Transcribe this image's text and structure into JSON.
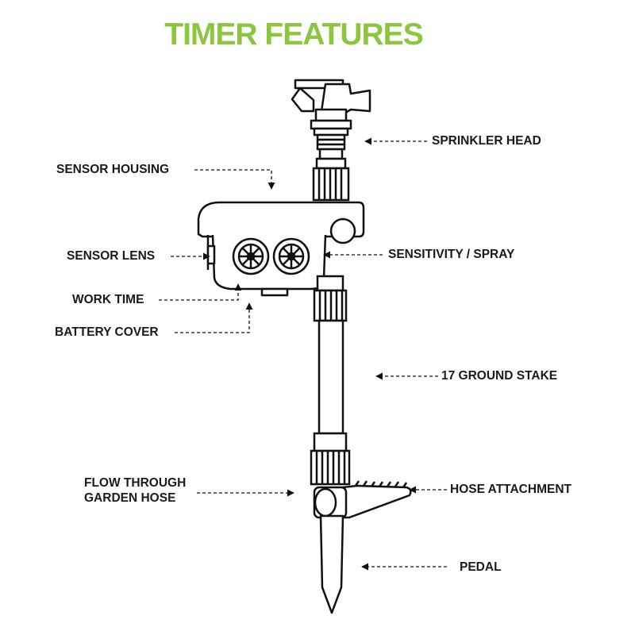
{
  "title": "TIMER FEATURES",
  "colors": {
    "title": "#8cc63f",
    "line": "#111111"
  },
  "labels": {
    "sprinkler_head": "SPRINKLER HEAD",
    "sensor_housing": "SENSOR HOUSING",
    "sensor_lens": "SENSOR LENS",
    "sensitivity_spray": "SENSITIVITY / SPRAY",
    "work_time": "WORK TIME",
    "battery_cover": "BATTERY COVER",
    "ground_stake": "17 GROUND STAKE",
    "flow_through_line1": "FLOW THROUGH",
    "flow_through_line2": "GARDEN HOSE",
    "hose_attachment": "HOSE ATTACHMENT",
    "pedal": "PEDAL"
  }
}
